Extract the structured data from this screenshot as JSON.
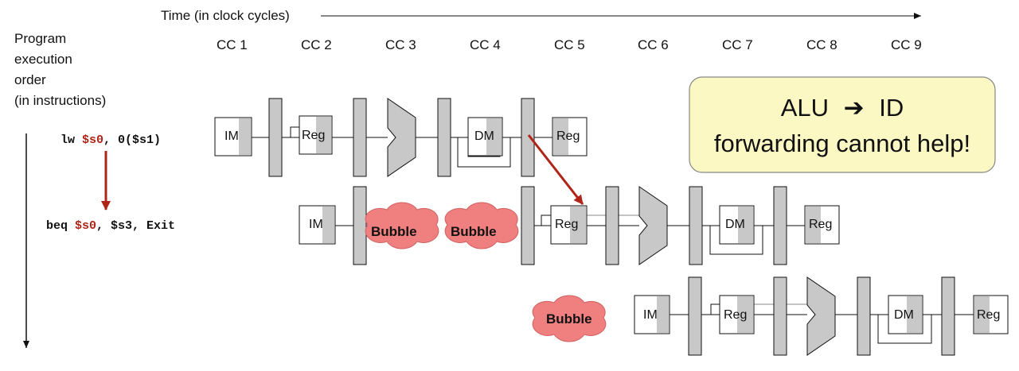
{
  "header": {
    "time_label": "Time (in clock cycles)",
    "order_label": [
      "Program",
      "execution",
      "order",
      "(in instructions)"
    ]
  },
  "cycles": [
    "CC 1",
    "CC 2",
    "CC 3",
    "CC 4",
    "CC 5",
    "CC 6",
    "CC 7",
    "CC 8",
    "CC 9"
  ],
  "instructions": [
    {
      "op": "lw",
      "dst": "$s0",
      "rest": ", 0($s1)"
    },
    {
      "op": "beq",
      "dst": "$s0",
      "rest": ", $s3, Exit"
    }
  ],
  "units": {
    "im": "IM",
    "reg": "Reg",
    "dm": "DM"
  },
  "bubble_label": "Bubble",
  "note": {
    "line1": "ALU",
    "arrow": "➔",
    "line1b": "ID",
    "line2": "forwarding cannot help!"
  },
  "colors": {
    "accent_red": "#b02418",
    "bubble": "#f08080",
    "note_bg": "#fbf8c4",
    "pipe_gray": "#c8c8c8"
  }
}
